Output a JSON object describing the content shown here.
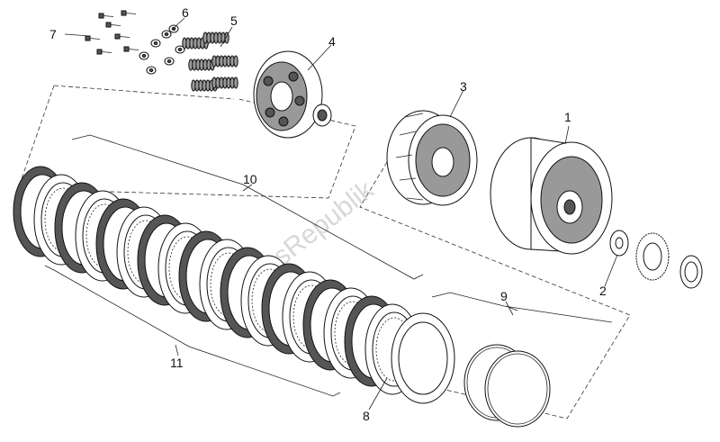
{
  "callouts": {
    "c1": "1",
    "c2": "2",
    "c3": "3",
    "c4": "4",
    "c5": "5",
    "c6": "6",
    "c7": "7",
    "c8": "8",
    "c9": "9",
    "c10": "10",
    "c11": "11"
  },
  "watermark": "PartsRepublik"
}
